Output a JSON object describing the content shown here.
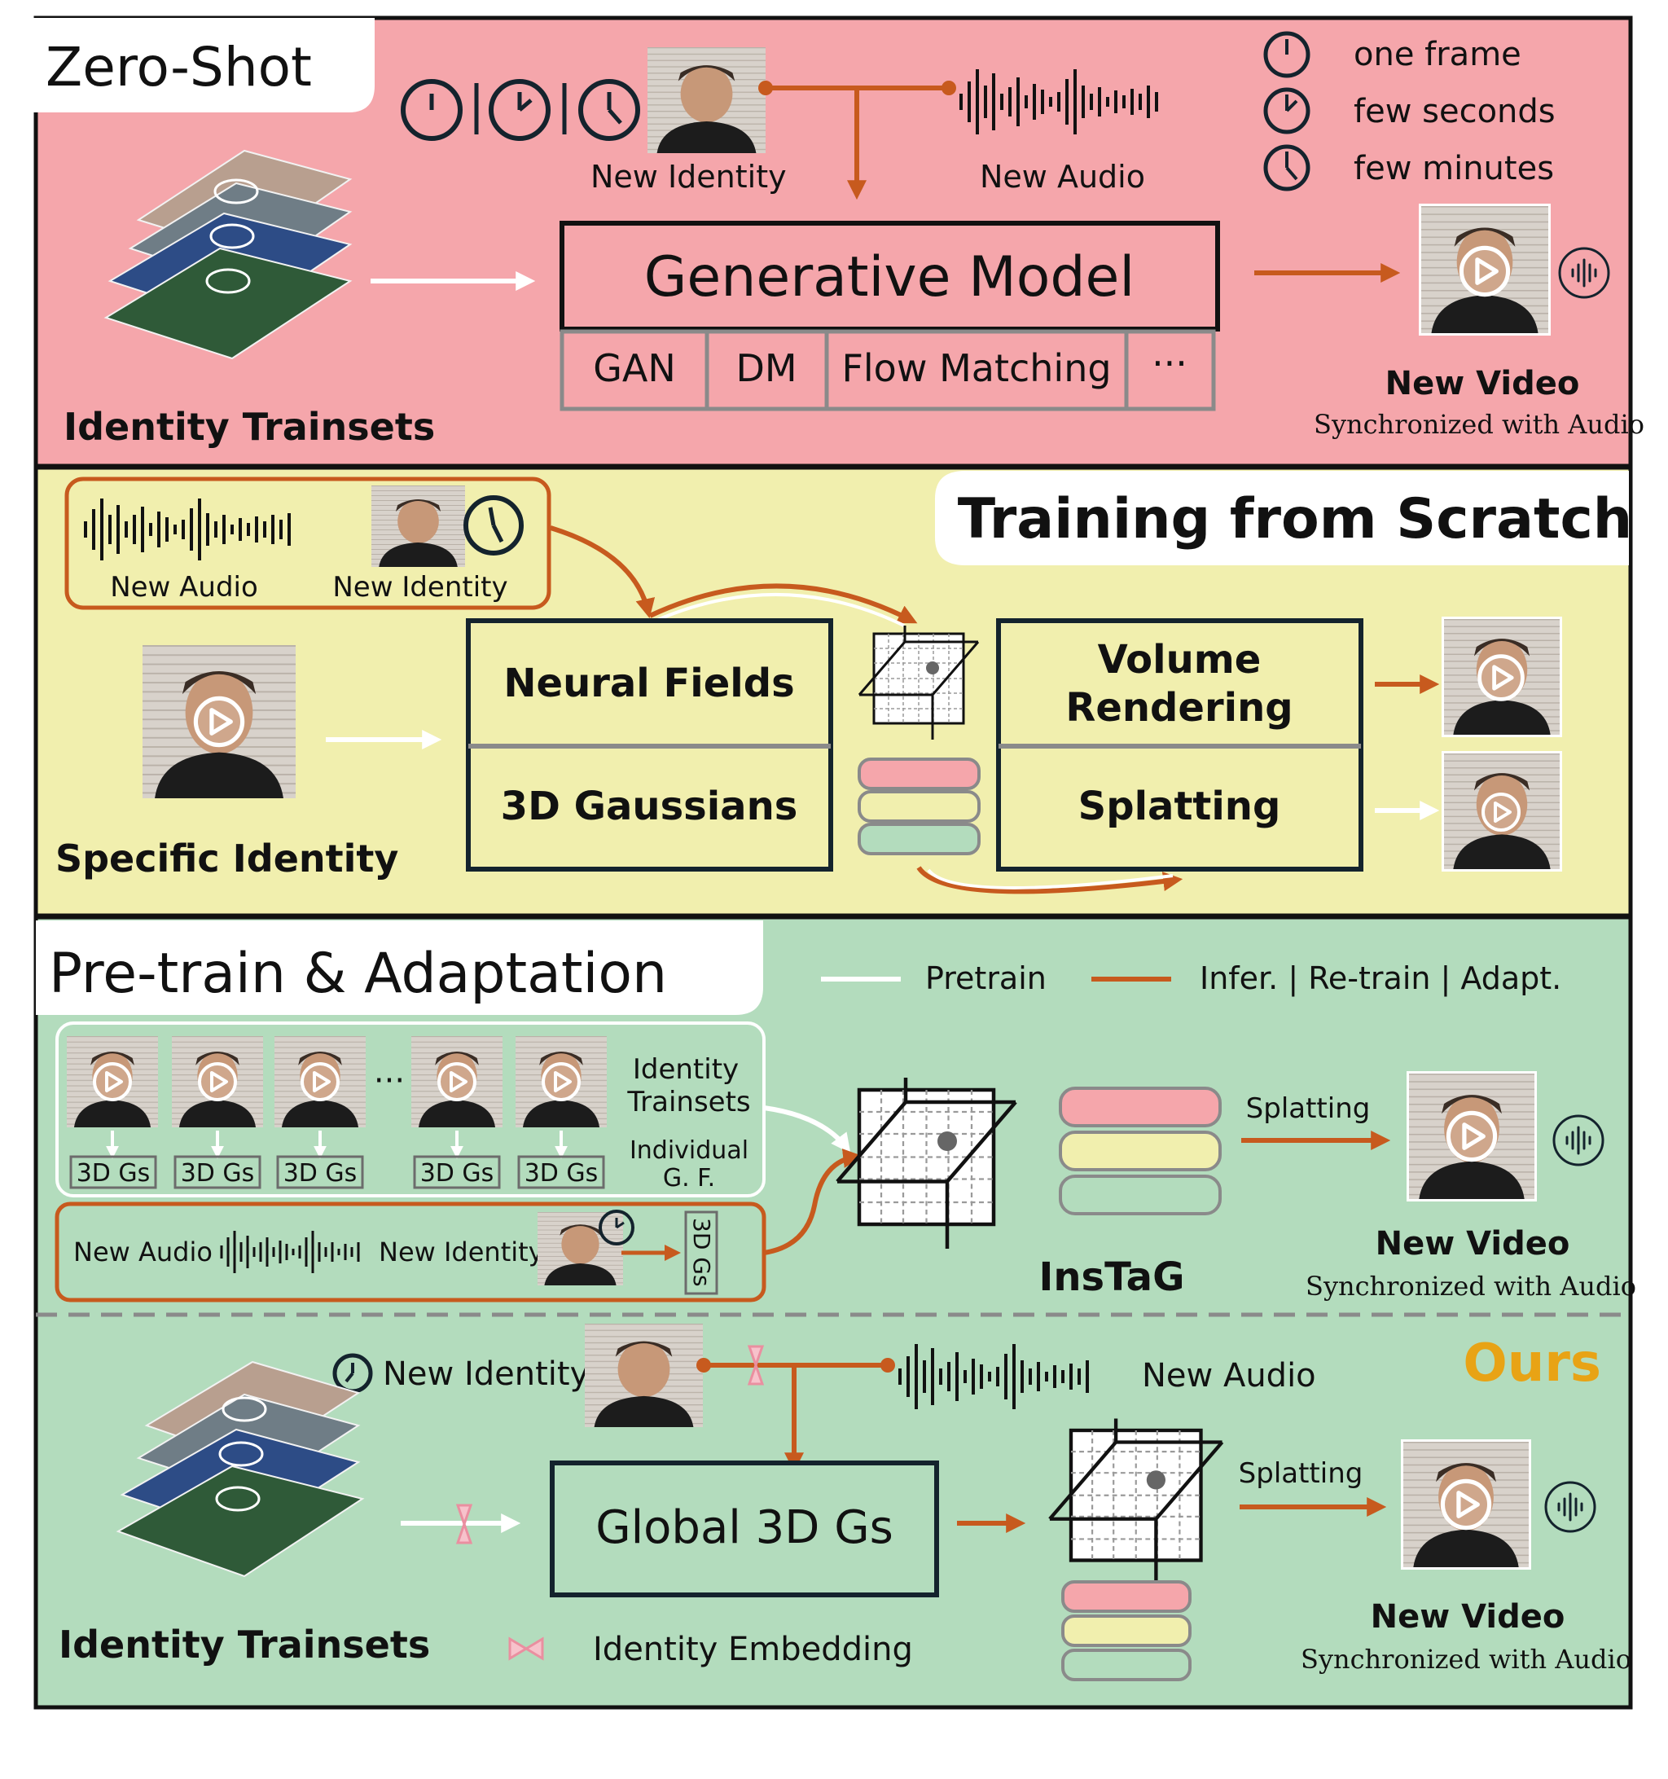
{
  "colors": {
    "pink": "#f5a6ab",
    "yellow": "#f1efae",
    "green": "#b3dcbd",
    "orange": "#c75a1e",
    "dark": "#14232d",
    "gold": "#e8a315"
  },
  "zero_shot": {
    "title": "Zero-Shot",
    "new_identity": "New Identity",
    "new_audio": "New Audio",
    "legend": [
      "one frame",
      "few seconds",
      "few minutes"
    ],
    "model": "Generative Model",
    "methods": [
      "GAN",
      "DM",
      "Flow Matching",
      "···"
    ],
    "trainsets": "Identity Trainsets",
    "new_video": "New Video",
    "sync": "Synchronized with Audio"
  },
  "scratch": {
    "title": "Training from Scratch",
    "new_audio": "New Audio",
    "new_identity": "New Identity",
    "specific": "Specific Identity",
    "neural_fields": "Neural Fields",
    "gaussians": "3D Gaussians",
    "volume_rendering_1": "Volume",
    "volume_rendering_2": "Rendering",
    "splatting": "Splatting"
  },
  "pretrain": {
    "title": "Pre-train & Adaptation",
    "legend_pretrain": "Pretrain",
    "legend_infer": "Infer. | Re-train | Adapt.",
    "gs_label": "3D Gs",
    "identity_trainsets_1": "Identity",
    "identity_trainsets_2": "Trainsets",
    "individual_1": "Individual",
    "individual_2": "G. F.",
    "dots": "···",
    "new_audio": "New Audio",
    "new_identity": "New Identity",
    "vertical_gs": "3D Gs",
    "instag": "InsTaG",
    "splatting": "Splatting",
    "new_video": "New Video",
    "sync": "Synchronized with Audio"
  },
  "ours": {
    "title": "Ours",
    "new_identity": "New Identity",
    "new_audio": "New Audio",
    "global": "Global 3D Gs",
    "trainsets": "Identity Trainsets",
    "embedding": "Identity Embedding",
    "splatting": "Splatting",
    "new_video": "New Video",
    "sync": "Synchronized with Audio"
  }
}
